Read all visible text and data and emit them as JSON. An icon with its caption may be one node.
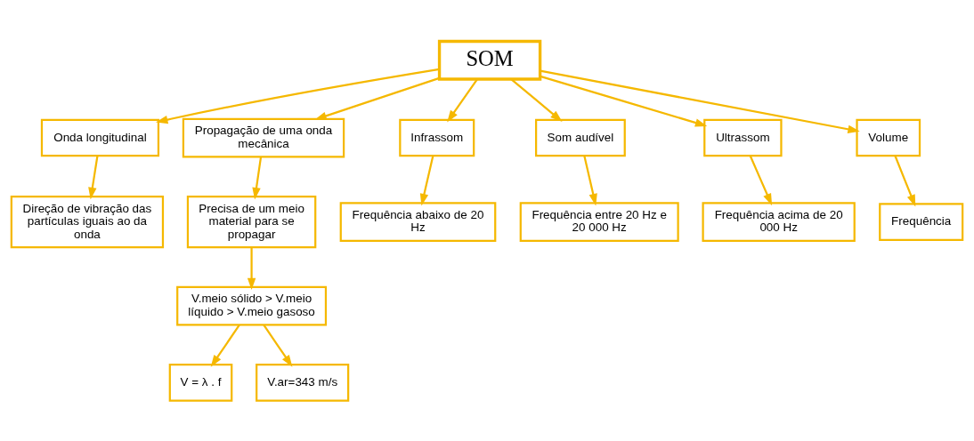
{
  "diagram": {
    "nodes": [
      {
        "text": [
          "SOM"
        ]
      },
      {
        "text": [
          "Onda longitudinal"
        ]
      },
      {
        "text": [
          "Direção de vibração das partículas iguais ao da onda"
        ]
      },
      {
        "text": [
          "Propagação de uma onda mecânica"
        ]
      },
      {
        "text": [
          "Infrassom"
        ]
      },
      {
        "text": [
          "Frequência abaixo de 20 Hz"
        ]
      },
      {
        "text": [
          "Som audível"
        ]
      },
      {
        "text": [
          "Frequência entre 20 Hz e 20 000 Hz"
        ]
      },
      {
        "text": [
          "Precisa de um meio material para se propagar"
        ]
      },
      {
        "text": [
          "Ultrassom"
        ]
      },
      {
        "text": [
          "Frequência acima de 20 000 Hz"
        ]
      },
      {
        "text": [
          "V.meio sólido > V.meio líquido > V.meio gasoso"
        ]
      },
      {
        "text": [
          "Volume"
        ]
      },
      {
        "text": [
          "Frequência"
        ]
      },
      {
        "text": [
          "V = λ . f"
        ]
      },
      {
        "text": [
          "V.ar=343 m/s"
        ]
      }
    ],
    "edges": [
      {
        "from": 0,
        "to": 1,
        "arrow": "to"
      },
      {
        "from": 0,
        "to": 12,
        "arrow": "to"
      },
      {
        "from": 0,
        "to": 3,
        "arrow": "to"
      },
      {
        "from": 0,
        "to": 4,
        "arrow": "to"
      },
      {
        "from": 0,
        "to": 6,
        "arrow": "to"
      },
      {
        "from": 0,
        "to": 9,
        "arrow": "to"
      },
      {
        "from": 1,
        "to": 2,
        "arrow": "to"
      },
      {
        "from": 4,
        "to": 5,
        "arrow": "to"
      },
      {
        "from": 6,
        "to": 7,
        "arrow": "to"
      },
      {
        "from": 3,
        "to": 8,
        "arrow": "to"
      },
      {
        "from": 9,
        "to": 10,
        "arrow": "to"
      },
      {
        "from": 8,
        "to": 11,
        "arrow": "to"
      },
      {
        "from": 12,
        "to": 13,
        "arrow": "to"
      },
      {
        "from": 11,
        "to": 14,
        "arrow": "to"
      },
      {
        "from": 11,
        "to": 15,
        "arrow": "to"
      }
    ]
  }
}
